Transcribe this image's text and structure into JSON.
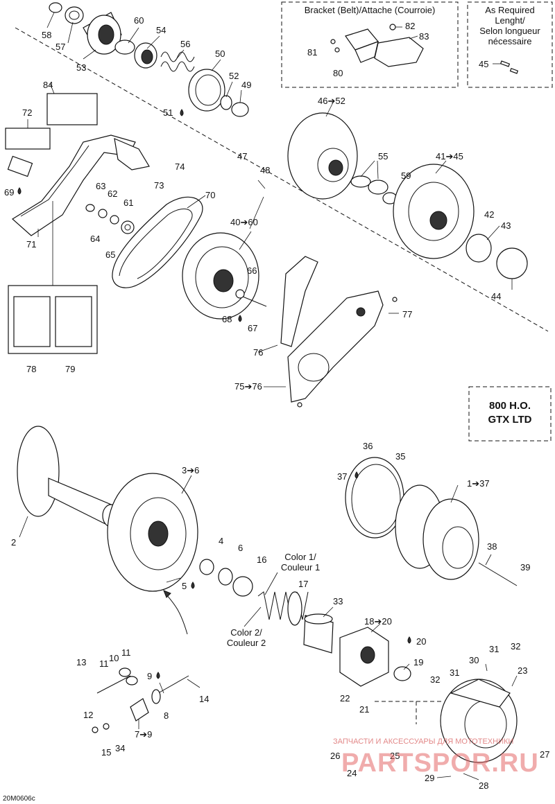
{
  "boxes": {
    "bracket_title": "Bracket (Belt)/Attache (Courroie)",
    "required_line1": "As Required",
    "required_line2": "Lenght/",
    "required_line3": "Selon longueur",
    "required_line4": "nécessaire",
    "model_line1": "800 H.O.",
    "model_line2": "GTX LTD"
  },
  "color_labels": {
    "color1_a": "Color 1/",
    "color1_b": "Couleur 1",
    "color2_a": "Color 2/",
    "color2_b": "Couleur 2"
  },
  "callouts": [
    {
      "id": "c58",
      "text": "58"
    },
    {
      "id": "c57",
      "text": "57"
    },
    {
      "id": "c53",
      "text": "53"
    },
    {
      "id": "c60",
      "text": "60"
    },
    {
      "id": "c54",
      "text": "54"
    },
    {
      "id": "c56",
      "text": "56"
    },
    {
      "id": "c50",
      "text": "50"
    },
    {
      "id": "c52",
      "text": "52"
    },
    {
      "id": "c49",
      "text": "49"
    },
    {
      "id": "c51",
      "text": "51"
    },
    {
      "id": "c84",
      "text": "84"
    },
    {
      "id": "c72",
      "text": "72"
    },
    {
      "id": "c82",
      "text": "82"
    },
    {
      "id": "c83",
      "text": "83"
    },
    {
      "id": "c81",
      "text": "81"
    },
    {
      "id": "c80",
      "text": "80"
    },
    {
      "id": "c45",
      "text": "45"
    },
    {
      "id": "c46",
      "text": "46➔52"
    },
    {
      "id": "c55",
      "text": "55"
    },
    {
      "id": "c41",
      "text": "41➔45"
    },
    {
      "id": "c59",
      "text": "59"
    },
    {
      "id": "c47",
      "text": "47"
    },
    {
      "id": "c48",
      "text": "48"
    },
    {
      "id": "c74",
      "text": "74"
    },
    {
      "id": "c73",
      "text": "73"
    },
    {
      "id": "c69",
      "text": "69"
    },
    {
      "id": "c63",
      "text": "63"
    },
    {
      "id": "c62",
      "text": "62"
    },
    {
      "id": "c61",
      "text": "61"
    },
    {
      "id": "c64",
      "text": "64"
    },
    {
      "id": "c65",
      "text": "65"
    },
    {
      "id": "c70",
      "text": "70"
    },
    {
      "id": "c40",
      "text": "40➔60"
    },
    {
      "id": "c42",
      "text": "42"
    },
    {
      "id": "c43",
      "text": "43"
    },
    {
      "id": "c44",
      "text": "44"
    },
    {
      "id": "c71",
      "text": "71"
    },
    {
      "id": "c66",
      "text": "66"
    },
    {
      "id": "c68",
      "text": "68"
    },
    {
      "id": "c67",
      "text": "67"
    },
    {
      "id": "c77",
      "text": "77"
    },
    {
      "id": "c76",
      "text": "76"
    },
    {
      "id": "c78",
      "text": "78"
    },
    {
      "id": "c79",
      "text": "79"
    },
    {
      "id": "c75",
      "text": "75➔76"
    },
    {
      "id": "c36",
      "text": "36"
    },
    {
      "id": "c35",
      "text": "35"
    },
    {
      "id": "c37",
      "text": "37"
    },
    {
      "id": "c3",
      "text": "3➔6"
    },
    {
      "id": "c1",
      "text": "1➔37"
    },
    {
      "id": "c2",
      "text": "2"
    },
    {
      "id": "c4",
      "text": "4"
    },
    {
      "id": "c6",
      "text": "6"
    },
    {
      "id": "c16",
      "text": "16"
    },
    {
      "id": "c5",
      "text": "5"
    },
    {
      "id": "c17",
      "text": "17"
    },
    {
      "id": "c38",
      "text": "38"
    },
    {
      "id": "c39",
      "text": "39"
    },
    {
      "id": "c33",
      "text": "33"
    },
    {
      "id": "c18",
      "text": "18➔20"
    },
    {
      "id": "c20",
      "text": "20"
    },
    {
      "id": "c19",
      "text": "19"
    },
    {
      "id": "c30",
      "text": "30"
    },
    {
      "id": "c31a",
      "text": "31"
    },
    {
      "id": "c32a",
      "text": "32"
    },
    {
      "id": "c23",
      "text": "23"
    },
    {
      "id": "c32b",
      "text": "32"
    },
    {
      "id": "c31b",
      "text": "31"
    },
    {
      "id": "c13",
      "text": "13"
    },
    {
      "id": "c11a",
      "text": "11"
    },
    {
      "id": "c11b",
      "text": "11"
    },
    {
      "id": "c10",
      "text": "10"
    },
    {
      "id": "c9",
      "text": "9"
    },
    {
      "id": "c14",
      "text": "14"
    },
    {
      "id": "c12",
      "text": "12"
    },
    {
      "id": "c8",
      "text": "8"
    },
    {
      "id": "c7",
      "text": "7➔9"
    },
    {
      "id": "c15",
      "text": "15"
    },
    {
      "id": "c34",
      "text": "34"
    },
    {
      "id": "c22",
      "text": "22"
    },
    {
      "id": "c21",
      "text": "21"
    },
    {
      "id": "c26",
      "text": "26"
    },
    {
      "id": "c24",
      "text": "24"
    },
    {
      "id": "c25",
      "text": "25"
    },
    {
      "id": "c27",
      "text": "27"
    },
    {
      "id": "c29",
      "text": "29"
    },
    {
      "id": "c28",
      "text": "28"
    }
  ],
  "figure_code": "20M0606c",
  "watermark_small": "ЗАПЧАСТИ И АКСЕССУАРЫ ДЛЯ МОТОТЕХНИКИ",
  "watermark_large": "PARTSPOR.RU"
}
